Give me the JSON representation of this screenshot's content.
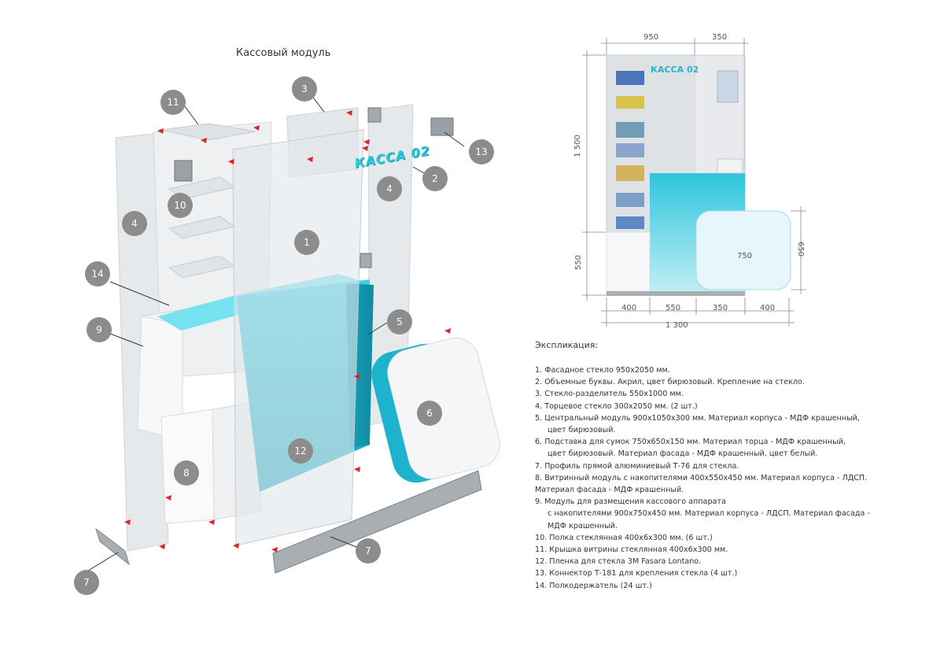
{
  "title": "Кассовый модуль",
  "sign_text": "КАССА 02",
  "callouts": [
    "1",
    "2",
    "3",
    "4",
    "4",
    "5",
    "6",
    "7",
    "7",
    "8",
    "9",
    "10",
    "11",
    "12",
    "13",
    "14"
  ],
  "dimensions": {
    "top_950": "950",
    "top_350": "350",
    "left_1500": "1 500",
    "left_550": "550",
    "right_650": "650",
    "stand_750": "750",
    "bottom_400a": "400",
    "bottom_550": "550",
    "bottom_350": "350",
    "bottom_400b": "400",
    "total_1300": "1 300"
  },
  "explication_title": "Экспликация:",
  "explication": [
    "1. Фасадное стекло 950х2050 мм.",
    "2. Объемные буквы. Акрил, цвет бирюзовый. Крепление на стекло.",
    "3. Стекло-разделитель 550х1000 мм.",
    "4. Торцевое стекло 300х2050 мм. (2 шт.)",
    "5. Центральный модуль 900х1050х300 мм. Материал корпуса - МДФ крашенный,",
    "цвет бирюзовый.",
    "6. Подставка для сумок 750х650х150 мм. Материал торца - МДФ крашенный,",
    "цвет бирюзовый. Материал фасада - МДФ крашенный, цвет белый.",
    "7. Профиль прямой алюминиевый Т-76 для стекла.",
    "8. Витринный модуль с накопителями 400х550х450 мм. Материал корпуса - ЛДСП.",
    "Материал фасада - МДФ крашенный.",
    "9. Модуль для размещения кассового аппарата",
    "с накопителями 900х750х450 мм. Материал корпуса - ЛДСП. Материал фасада -",
    "МДФ крашенный.",
    "10. Полка стеклянная 400х6х300 мм. (6 шт.)",
    "11. Крышка витрины стеклянная 400х6х300 мм.",
    "12. Пленка для стекла 3M Fasara Lontano.",
    "13. Коннектор Т-181 для крепления стекла (4 шт.)",
    "14. Полкодержатель (24 шт.)"
  ],
  "colors": {
    "turquoise": "#33c6dc",
    "glass": "#e9ecef",
    "callout": "#8c8c8c",
    "marker": "#e0242a"
  }
}
